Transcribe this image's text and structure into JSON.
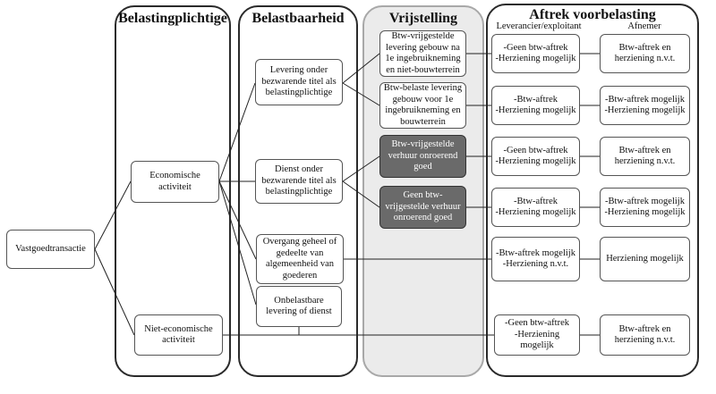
{
  "columns": {
    "plichtigen": "Belastingplichtige",
    "baarheid": "Belastbaarheid",
    "vrijstelling": "Vrijstelling",
    "aftrek": "Aftrek voorbelasting"
  },
  "subheaders": {
    "leverancier": "Leverancier/exploitant",
    "afnemer": "Afnemer"
  },
  "root": "Vastgoedtransactie",
  "belastingplichtige": {
    "economisch": "Economische\nactiviteit",
    "niet_economisch": "Niet-economische\nactiviteit"
  },
  "belastbaarheid": {
    "levering": "Levering onder\nbezwarende titel als\nbelastingplichtige",
    "dienst": "Dienst onder\nbezwarende titel als\nbelastingplichtige",
    "overgang": "Overgang geheel of\ngedeelte van\nalgemeenheid van\ngoederen",
    "onbelastbaar": "Onbelastbare\nlevering of dienst"
  },
  "vrijstelling": {
    "v1": "Btw-vrijgestelde\nlevering gebouw na\n1e ingebruikneming\nen niet-bouwterrein",
    "v2": "Btw-belaste levering\ngebouw voor 1e\ningebruikneming en\nbouwterrein",
    "v3": "Btw-vrijgestelde\nverhuur onroerend\ngoed",
    "v4": "Geen btw-\nvrijgestelde verhuur\nonroerend goed"
  },
  "leverancier": {
    "l1": "-Geen btw-aftrek\n-Herziening mogelijk",
    "l2": "-Btw-aftrek\n-Herziening mogelijk",
    "l3": "-Geen btw-aftrek\n-Herziening mogelijk",
    "l4": "-Btw-aftrek\n-Herziening mogelijk",
    "l5": "-Btw-aftrek mogelijk\n-Herziening n.v.t.",
    "l6": "-Geen btw-aftrek\n-Herziening mogelijk"
  },
  "afnemer": {
    "a1": "Btw-aftrek en\nherziening n.v.t.",
    "a2": "-Btw-aftrek mogelijk\n-Herziening mogelijk",
    "a3": "Btw-aftrek en\nherziening n.v.t.",
    "a4": "-Btw-aftrek mogelijk\n-Herziening mogelijk",
    "a5": "Herziening mogelijk",
    "a6": "Btw-aftrek en\nherziening n.v.t."
  }
}
